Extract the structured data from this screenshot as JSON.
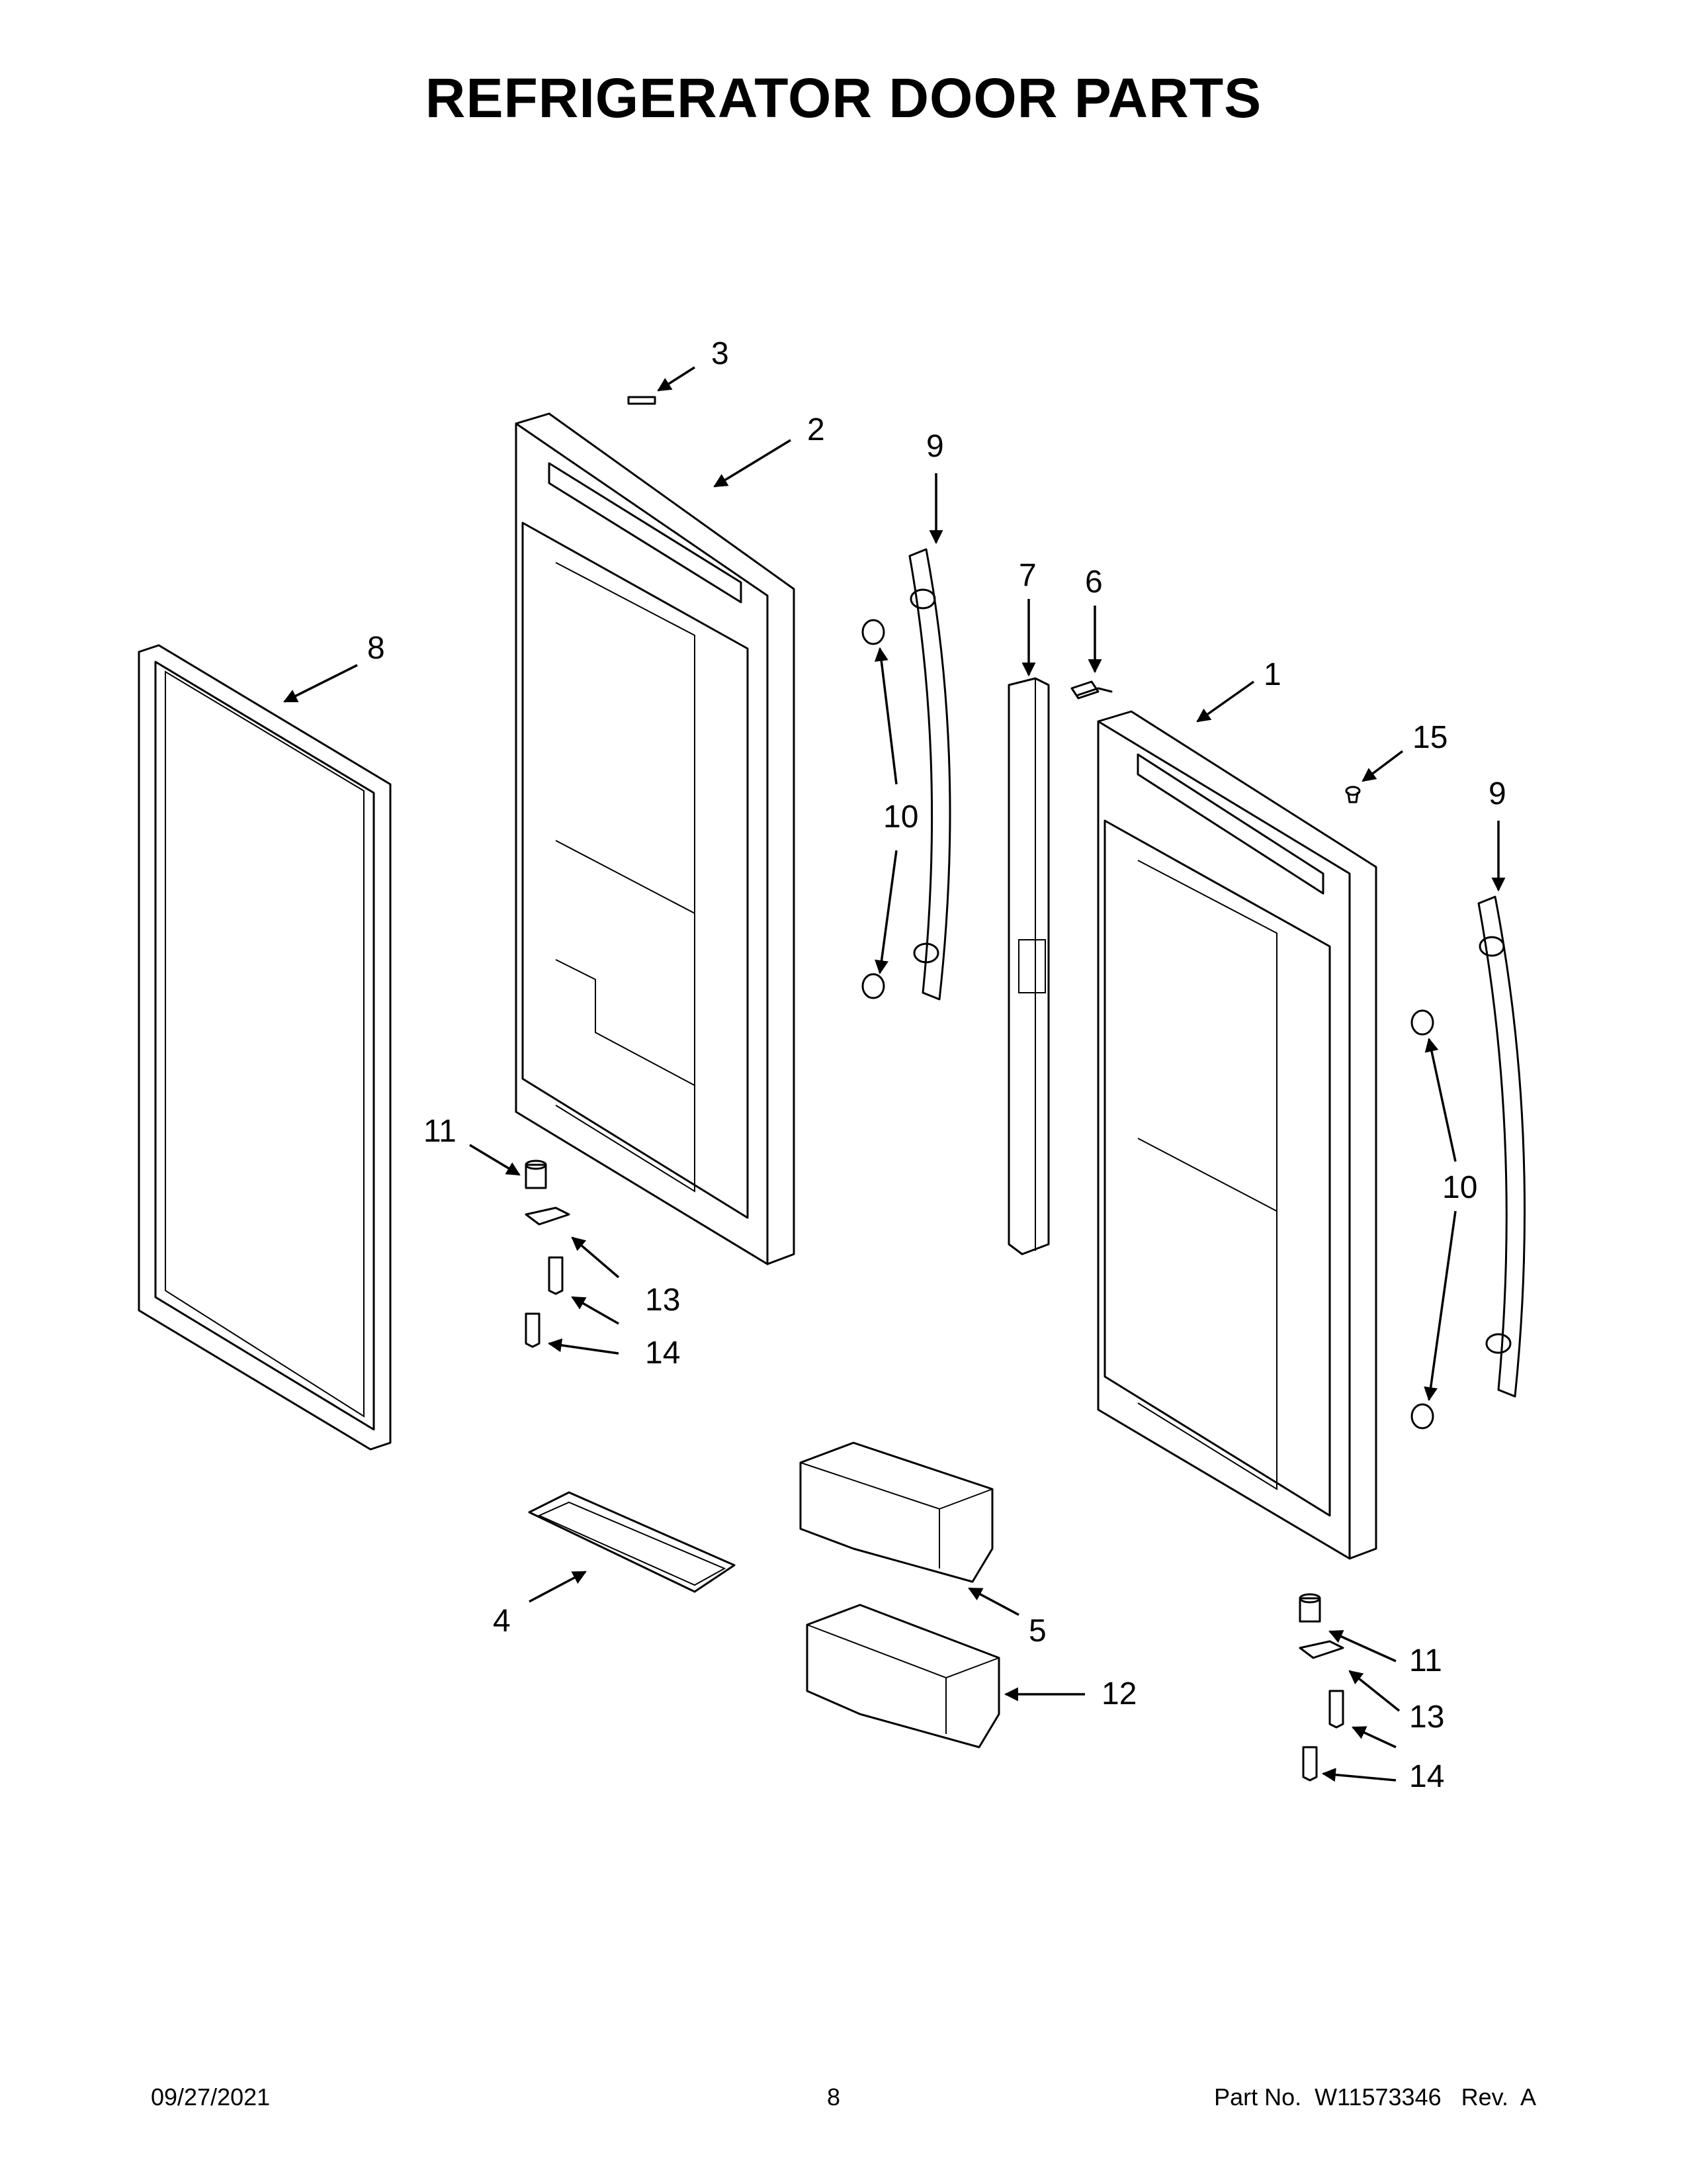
{
  "title": "REFRIGERATOR DOOR PARTS",
  "callouts": [
    {
      "id": "c3",
      "label": "3"
    },
    {
      "id": "c2",
      "label": "2"
    },
    {
      "id": "c9a",
      "label": "9"
    },
    {
      "id": "c7",
      "label": "7"
    },
    {
      "id": "c6",
      "label": "6"
    },
    {
      "id": "c8",
      "label": "8"
    },
    {
      "id": "c1",
      "label": "1"
    },
    {
      "id": "c15",
      "label": "15"
    },
    {
      "id": "c9b",
      "label": "9"
    },
    {
      "id": "c10a",
      "label": "10"
    },
    {
      "id": "c10b",
      "label": "10"
    },
    {
      "id": "c11a",
      "label": "11"
    },
    {
      "id": "c13a",
      "label": "13"
    },
    {
      "id": "c14a",
      "label": "14"
    },
    {
      "id": "c4",
      "label": "4"
    },
    {
      "id": "c5",
      "label": "5"
    },
    {
      "id": "c12",
      "label": "12"
    },
    {
      "id": "c11b",
      "label": "11"
    },
    {
      "id": "c13b",
      "label": "13"
    },
    {
      "id": "c14b",
      "label": "14"
    }
  ],
  "footer": {
    "date": "09/27/2021",
    "page": "8",
    "part": "Part No.  W11573346   Rev.  A"
  }
}
